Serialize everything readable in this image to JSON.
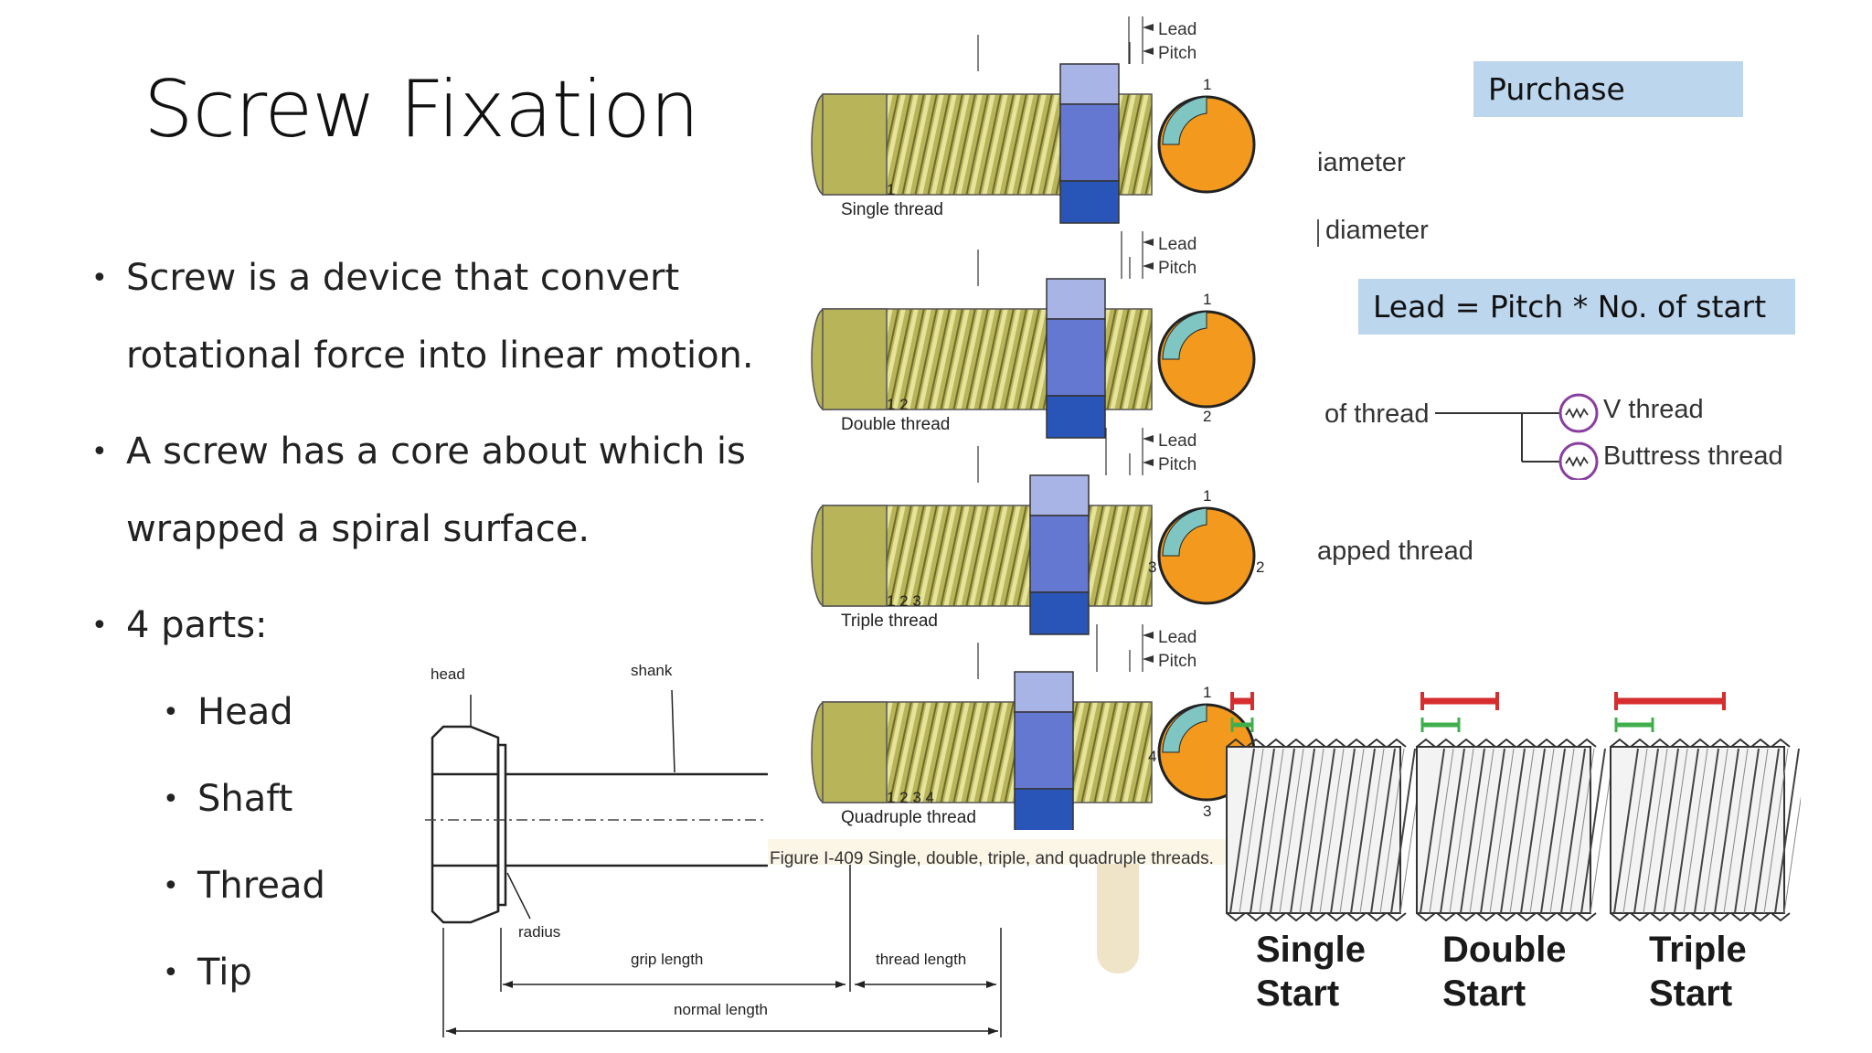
{
  "slide": {
    "title": "Screw Fixation",
    "bullets": [
      {
        "line1": "Screw is a device that convert",
        "line2": "rotational force into linear motion."
      },
      {
        "line1": "A screw has a core about which is",
        "line2": "wrapped a spiral surface."
      },
      {
        "line1": "4 parts:"
      }
    ],
    "parts": [
      "Head",
      "Shaft",
      "Thread",
      "Tip"
    ],
    "bullet_glyph": "•"
  },
  "bolt_diagram": {
    "head_label": "head",
    "shank_label": "shank",
    "radius_label": "radius",
    "grip_length_label": "grip length",
    "thread_length_label": "thread  length",
    "normal_length_label": "normal length"
  },
  "threads_figure": {
    "lead_label": "Lead",
    "pitch_label": "Pitch",
    "rows": [
      {
        "name": "Single thread",
        "numbers": "1",
        "starts": [
          "1"
        ]
      },
      {
        "name": "Double thread",
        "numbers": "1 2",
        "starts": [
          "1",
          "2"
        ]
      },
      {
        "name": "Triple thread",
        "numbers": "1 2 3",
        "starts": [
          "1",
          "2",
          "3"
        ]
      },
      {
        "name": "Quadruple thread",
        "numbers": "1 2 3 4",
        "starts": [
          "1",
          "2",
          "3",
          "4"
        ]
      }
    ],
    "caption": "Figure I-409  Single, double, triple, and quadruple threads."
  },
  "right_panel": {
    "purchase_box": "Purchase",
    "lead_formula": "Lead = Pitch * No. of start",
    "fragments": {
      "diameter_1": "iameter",
      "diameter_2": "diameter",
      "of_thread": "of thread",
      "v_thread": "V thread",
      "buttress_thread": "Buttress thread",
      "tapped_thread": "apped thread"
    }
  },
  "starts_figure": {
    "labels": [
      {
        "line1": "Single",
        "line2": "Start"
      },
      {
        "line1": "Double",
        "line2": "Start"
      },
      {
        "line1": "Triple",
        "line2": "Start"
      }
    ]
  },
  "colors": {
    "thread_green": "#b8b45a",
    "nut_blue_light": "#a9b4e6",
    "nut_blue_mid": "#6478d2",
    "nut_blue_dark": "#2a55b8",
    "end_orange": "#f39a1e",
    "box_blue": "#bcd6ee",
    "lead_red": "#d62e2e",
    "pitch_green": "#3fae4c",
    "icon_purple": "#8a3fa0"
  }
}
